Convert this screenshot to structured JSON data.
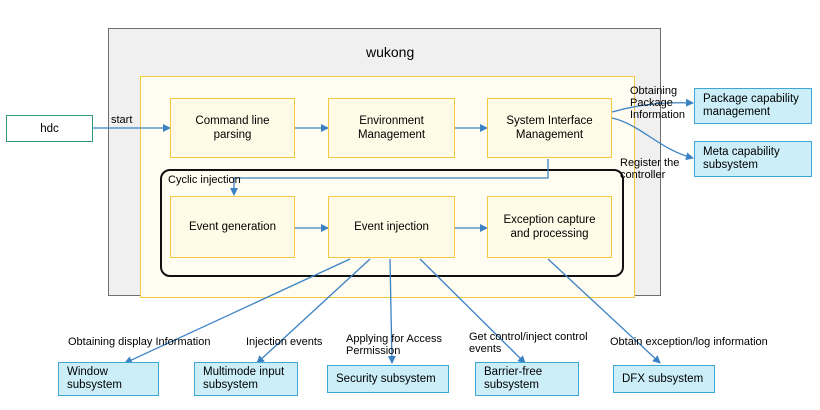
{
  "title": "wukong",
  "hdc": "hdc",
  "labels": {
    "start": "start",
    "cyclic": "Cyclic injection",
    "obtaining_package": "Obtaining\nPackage\nInformation",
    "register_controller": "Register the\ncontroller",
    "obtaining_display": "Obtaining display Information",
    "injection_events": "Injection events",
    "applying_access": "Applying for Access\nPermission",
    "get_control": "Get control/inject control\nevents",
    "obtain_exception": "Obtain exception/log information"
  },
  "modules": {
    "cmd": "Command line\nparsing",
    "env": "Environment\nManagement",
    "sys": "System Interface\nManagement",
    "gen": "Event generation",
    "inj": "Event injection",
    "exc": "Exception capture\nand processing"
  },
  "external": {
    "pkg": "Package capability\nmanagement",
    "meta": "Meta capability\nsubsystem",
    "window": "Window\nsubsystem",
    "multimode": "Multimode input\nsubsystem",
    "security": "Security subsystem",
    "barrier": "Barrier-free\nsubsystem",
    "dfx": "DFX subsystem"
  },
  "colors": {
    "module_fill": "#fffbe6",
    "module_border": "#f5c842",
    "external_fill": "#cbeef8",
    "external_border": "#3fa7d6",
    "arrow": "#3b82c4"
  }
}
